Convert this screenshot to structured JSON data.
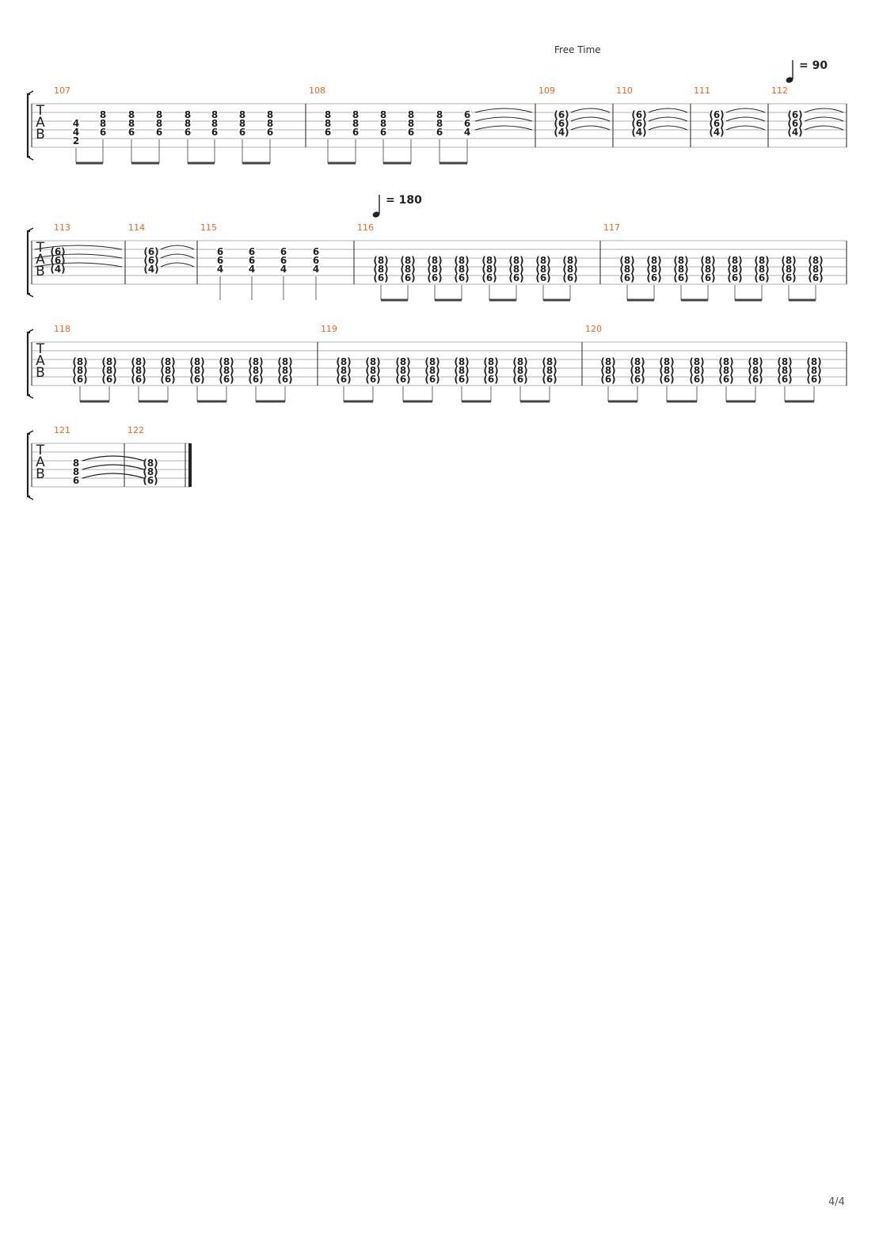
{
  "header": {
    "section_label": "Free Time"
  },
  "footer": {
    "page_number": "4/4"
  },
  "clef": [
    "T",
    "A",
    "B"
  ],
  "colors": {
    "measure_number": "#f26522",
    "ink": "#222222",
    "staff_line": "#999999"
  },
  "tempo_markings": [
    {
      "bpm": "90",
      "label": "= 90"
    },
    {
      "bpm": "180",
      "label": "= 180"
    }
  ],
  "systems": [
    {
      "measures": [
        {
          "number": "107",
          "events": [
            {
              "n": [
                "",
                "",
                "4",
                "4",
                "2",
                ""
              ],
              "beam": 1
            },
            {
              "n": [
                "",
                "8",
                "8",
                "6",
                "",
                ""
              ],
              "beam": 1
            },
            {
              "n": [
                "",
                "8",
                "8",
                "6",
                "",
                ""
              ],
              "beam": 2
            },
            {
              "n": [
                "",
                "8",
                "8",
                "6",
                "",
                ""
              ],
              "beam": 2
            },
            {
              "n": [
                "",
                "8",
                "8",
                "6",
                "",
                ""
              ],
              "beam": 3
            },
            {
              "n": [
                "",
                "8",
                "8",
                "6",
                "",
                ""
              ],
              "beam": 3
            },
            {
              "n": [
                "",
                "8",
                "8",
                "6",
                "",
                ""
              ],
              "beam": 4
            },
            {
              "n": [
                "",
                "8",
                "8",
                "6",
                "",
                ""
              ],
              "beam": 4
            }
          ]
        },
        {
          "number": "108",
          "events": [
            {
              "n": [
                "",
                "8",
                "8",
                "6",
                "",
                ""
              ],
              "beam": 1
            },
            {
              "n": [
                "",
                "8",
                "8",
                "6",
                "",
                ""
              ],
              "beam": 1
            },
            {
              "n": [
                "",
                "8",
                "8",
                "6",
                "",
                ""
              ],
              "beam": 2
            },
            {
              "n": [
                "",
                "8",
                "8",
                "6",
                "",
                ""
              ],
              "beam": 2
            },
            {
              "n": [
                "",
                "8",
                "8",
                "6",
                "",
                ""
              ],
              "beam": 3
            },
            {
              "n": [
                "",
                "6",
                "6",
                "4",
                "",
                ""
              ],
              "beam": 3
            }
          ]
        },
        {
          "number": "109",
          "tied": true,
          "events": [
            {
              "n": [
                "",
                "(6)",
                "(6)",
                "(4)",
                "",
                ""
              ]
            }
          ]
        },
        {
          "number": "110",
          "tied": true,
          "events": [
            {
              "n": [
                "",
                "(6)",
                "(6)",
                "(4)",
                "",
                ""
              ]
            }
          ]
        },
        {
          "number": "111",
          "tied": true,
          "events": [
            {
              "n": [
                "",
                "(6)",
                "(6)",
                "(4)",
                "",
                ""
              ]
            }
          ]
        },
        {
          "number": "112",
          "tied": true,
          "events": [
            {
              "n": [
                "",
                "(6)",
                "(6)",
                "(4)",
                "",
                ""
              ]
            }
          ]
        }
      ]
    },
    {
      "measures": [
        {
          "number": "113",
          "tied": true,
          "events": [
            {
              "n": [
                "",
                "(6)",
                "(6)",
                "(4)",
                "",
                ""
              ]
            }
          ]
        },
        {
          "number": "114",
          "tied": true,
          "events": [
            {
              "n": [
                "",
                "(6)",
                "(6)",
                "(4)",
                "",
                ""
              ]
            }
          ]
        },
        {
          "number": "115",
          "events": [
            {
              "n": [
                "",
                "6",
                "6",
                "4",
                "",
                ""
              ]
            },
            {
              "n": [
                "",
                "6",
                "6",
                "4",
                "",
                ""
              ]
            },
            {
              "n": [
                "",
                "6",
                "6",
                "4",
                "",
                ""
              ]
            },
            {
              "n": [
                "",
                "6",
                "6",
                "4",
                "",
                ""
              ]
            }
          ]
        },
        {
          "number": "116",
          "events": [
            {
              "n": [
                "",
                "",
                "(8)",
                "(8)",
                "(6)",
                ""
              ],
              "beam": 1
            },
            {
              "n": [
                "",
                "",
                "(8)",
                "(8)",
                "(6)",
                ""
              ],
              "beam": 1
            },
            {
              "n": [
                "",
                "",
                "(8)",
                "(8)",
                "(6)",
                ""
              ],
              "beam": 2
            },
            {
              "n": [
                "",
                "",
                "(8)",
                "(8)",
                "(6)",
                ""
              ],
              "beam": 2
            },
            {
              "n": [
                "",
                "",
                "(8)",
                "(8)",
                "(6)",
                ""
              ],
              "beam": 3
            },
            {
              "n": [
                "",
                "",
                "(8)",
                "(8)",
                "(6)",
                ""
              ],
              "beam": 3
            },
            {
              "n": [
                "",
                "",
                "(8)",
                "(8)",
                "(6)",
                ""
              ],
              "beam": 4
            },
            {
              "n": [
                "",
                "",
                "(8)",
                "(8)",
                "(6)",
                ""
              ],
              "beam": 4
            }
          ]
        },
        {
          "number": "117",
          "events": [
            {
              "n": [
                "",
                "",
                "(8)",
                "(8)",
                "(6)",
                ""
              ],
              "beam": 1
            },
            {
              "n": [
                "",
                "",
                "(8)",
                "(8)",
                "(6)",
                ""
              ],
              "beam": 1
            },
            {
              "n": [
                "",
                "",
                "(8)",
                "(8)",
                "(6)",
                ""
              ],
              "beam": 2
            },
            {
              "n": [
                "",
                "",
                "(8)",
                "(8)",
                "(6)",
                ""
              ],
              "beam": 2
            },
            {
              "n": [
                "",
                "",
                "(8)",
                "(8)",
                "(6)",
                ""
              ],
              "beam": 3
            },
            {
              "n": [
                "",
                "",
                "(8)",
                "(8)",
                "(6)",
                ""
              ],
              "beam": 3
            },
            {
              "n": [
                "",
                "",
                "(8)",
                "(8)",
                "(6)",
                ""
              ],
              "beam": 4
            },
            {
              "n": [
                "",
                "",
                "(8)",
                "(8)",
                "(6)",
                ""
              ],
              "beam": 4
            }
          ]
        }
      ]
    },
    {
      "measures": [
        {
          "number": "118",
          "events": [
            {
              "n": [
                "",
                "",
                "(8)",
                "(8)",
                "(6)",
                ""
              ],
              "beam": 1
            },
            {
              "n": [
                "",
                "",
                "(8)",
                "(8)",
                "(6)",
                ""
              ],
              "beam": 1
            },
            {
              "n": [
                "",
                "",
                "(8)",
                "(8)",
                "(6)",
                ""
              ],
              "beam": 2
            },
            {
              "n": [
                "",
                "",
                "(8)",
                "(8)",
                "(6)",
                ""
              ],
              "beam": 2
            },
            {
              "n": [
                "",
                "",
                "(8)",
                "(8)",
                "(6)",
                ""
              ],
              "beam": 3
            },
            {
              "n": [
                "",
                "",
                "(8)",
                "(8)",
                "(6)",
                ""
              ],
              "beam": 3
            },
            {
              "n": [
                "",
                "",
                "(8)",
                "(8)",
                "(6)",
                ""
              ],
              "beam": 4
            },
            {
              "n": [
                "",
                "",
                "(8)",
                "(8)",
                "(6)",
                ""
              ],
              "beam": 4
            }
          ]
        },
        {
          "number": "119",
          "events": [
            {
              "n": [
                "",
                "",
                "(8)",
                "(8)",
                "(6)",
                ""
              ],
              "beam": 1
            },
            {
              "n": [
                "",
                "",
                "(8)",
                "(8)",
                "(6)",
                ""
              ],
              "beam": 1
            },
            {
              "n": [
                "",
                "",
                "(8)",
                "(8)",
                "(6)",
                ""
              ],
              "beam": 2
            },
            {
              "n": [
                "",
                "",
                "(8)",
                "(8)",
                "(6)",
                ""
              ],
              "beam": 2
            },
            {
              "n": [
                "",
                "",
                "(8)",
                "(8)",
                "(6)",
                ""
              ],
              "beam": 3
            },
            {
              "n": [
                "",
                "",
                "(8)",
                "(8)",
                "(6)",
                ""
              ],
              "beam": 3
            },
            {
              "n": [
                "",
                "",
                "(8)",
                "(8)",
                "(6)",
                ""
              ],
              "beam": 4
            },
            {
              "n": [
                "",
                "",
                "(8)",
                "(8)",
                "(6)",
                ""
              ],
              "beam": 4
            }
          ]
        },
        {
          "number": "120",
          "events": [
            {
              "n": [
                "",
                "",
                "(8)",
                "(8)",
                "(6)",
                ""
              ],
              "beam": 1
            },
            {
              "n": [
                "",
                "",
                "(8)",
                "(8)",
                "(6)",
                ""
              ],
              "beam": 1
            },
            {
              "n": [
                "",
                "",
                "(8)",
                "(8)",
                "(6)",
                ""
              ],
              "beam": 2
            },
            {
              "n": [
                "",
                "",
                "(8)",
                "(8)",
                "(6)",
                ""
              ],
              "beam": 2
            },
            {
              "n": [
                "",
                "",
                "(8)",
                "(8)",
                "(6)",
                ""
              ],
              "beam": 3
            },
            {
              "n": [
                "",
                "",
                "(8)",
                "(8)",
                "(6)",
                ""
              ],
              "beam": 3
            },
            {
              "n": [
                "",
                "",
                "(8)",
                "(8)",
                "(6)",
                ""
              ],
              "beam": 4
            },
            {
              "n": [
                "",
                "",
                "(8)",
                "(8)",
                "(6)",
                ""
              ],
              "beam": 4
            }
          ]
        }
      ]
    },
    {
      "final_barline": true,
      "measures": [
        {
          "number": "121",
          "events": [
            {
              "n": [
                "",
                "",
                "8",
                "8",
                "6",
                ""
              ]
            }
          ]
        },
        {
          "number": "122",
          "events": [
            {
              "n": [
                "",
                "",
                "(8)",
                "(8)",
                "(6)",
                ""
              ]
            }
          ]
        }
      ]
    }
  ]
}
